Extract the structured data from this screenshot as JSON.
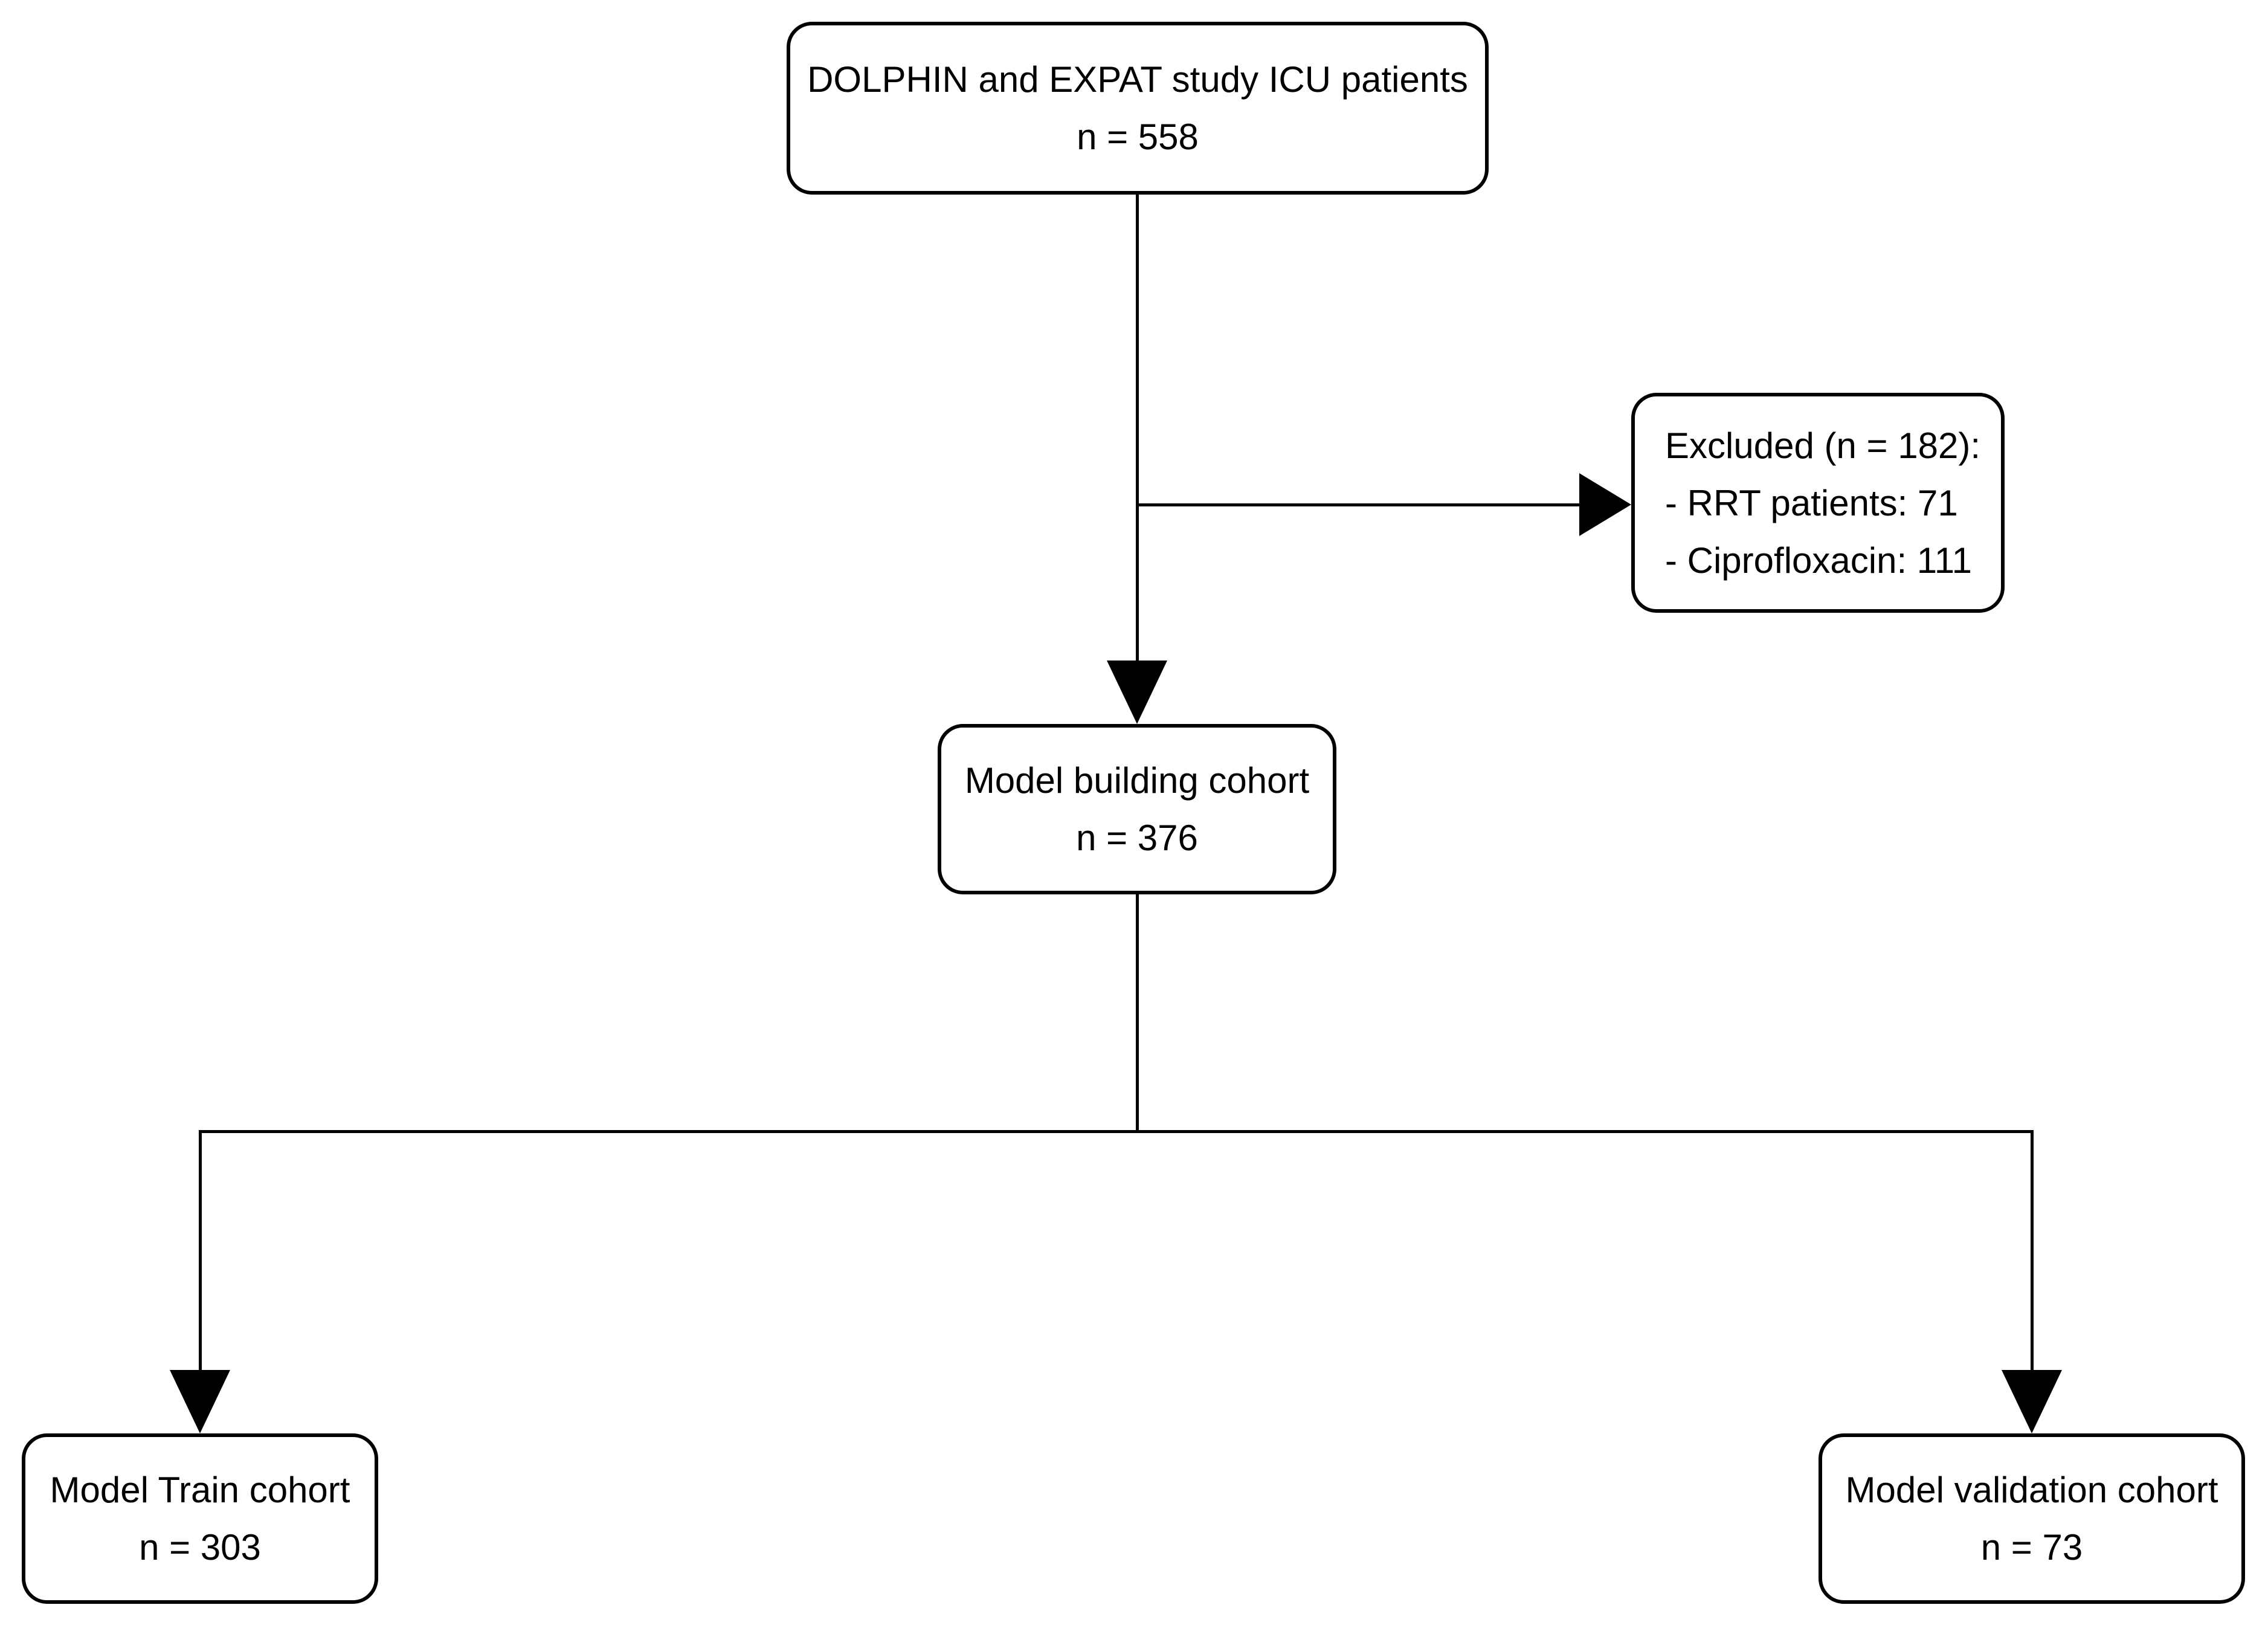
{
  "diagram": {
    "background_color": "#ffffff",
    "line_color": "#000000",
    "box_fill_color": "#ffffff",
    "box_border_color": "#000000",
    "nodes": {
      "source": {
        "lines": [
          "DOLPHIN and EXPAT study ICU patients",
          "n = 558"
        ]
      },
      "excluded": {
        "lines": [
          "Excluded (n = 182):",
          "- RRT patients: 71",
          "- Ciprofloxacin: 111"
        ]
      },
      "building": {
        "lines": [
          "Model building cohort",
          "n = 376"
        ]
      },
      "train": {
        "lines": [
          "Model Train cohort",
          "n = 303"
        ]
      },
      "validation": {
        "lines": [
          "Model validation cohort",
          "n = 73"
        ]
      }
    },
    "edges": [
      {
        "from": "source",
        "to": "building",
        "type": "arrow"
      },
      {
        "from": "source",
        "to": "excluded",
        "type": "arrow"
      },
      {
        "from": "building",
        "to": "train",
        "type": "arrow"
      },
      {
        "from": "building",
        "to": "validation",
        "type": "arrow"
      }
    ]
  }
}
